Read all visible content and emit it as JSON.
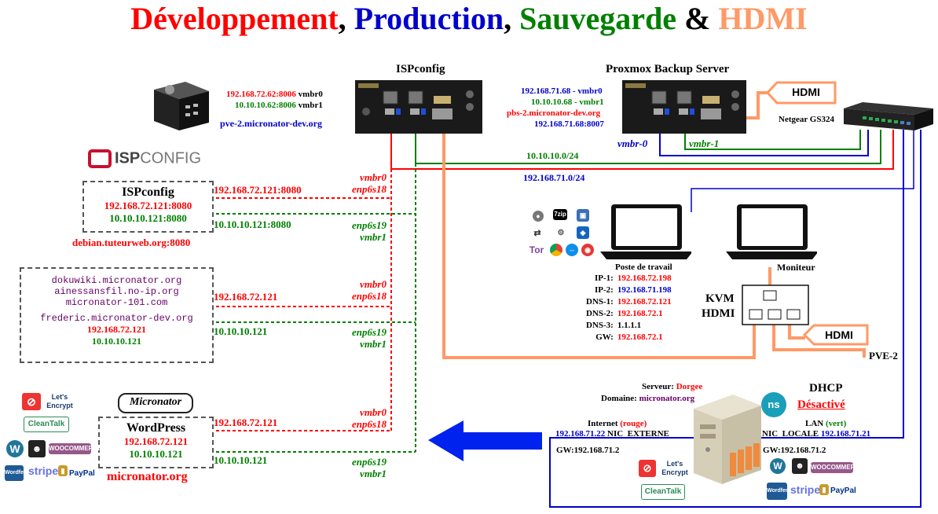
{
  "title": {
    "dev": "Développement",
    "sep1": ", ",
    "prod": "Production",
    "sep2": ", ",
    "save": "Sauvegarde",
    "amp": " & ",
    "hdmi": "HDMI"
  },
  "server_pve2": {
    "ip_vmbr0": "192.168.72.62:8006",
    "if_vmbr0": "vmbr0",
    "ip_vmbr1": "10.10.10.62:8006",
    "if_vmbr1": "vmbr1",
    "hostname": "pve-2.micronator-dev.org"
  },
  "ispconfig_header": "ISPconfig",
  "ispconfig_logo": {
    "isp": "ISP",
    "config": "CONFIG"
  },
  "pbs": {
    "header": "Proxmox Backup Server",
    "ip_vmbr0": "192.168.71.68 - vmbr0",
    "ip_vmbr1": "10.10.10.68 - vmbr1",
    "hostname": "pbs-2.micronator-dev.org",
    "web": "192.168.71.68:8007",
    "vmbr0_label": "vmbr-0",
    "vmbr1_label": "vmbr-1"
  },
  "hdmi_top": "HDMI",
  "switch_label": "Netgear GS324",
  "networks": {
    "green_net": "10.10.10.0/24",
    "blue_net": "192.168.71.0/24"
  },
  "ispconfig_box": {
    "title": "ISPconfig",
    "ip1": "192.168.72.121:8080",
    "ip2": "10.10.10.121:8080",
    "domain": "debian.tuteurweb.org:8080"
  },
  "link1": {
    "red_ip": "192.168.72.121:8080",
    "green_ip": "10.10.10.121:8080",
    "if_a": "vmbr0",
    "if_b": "enp6s18",
    "if_c": "enp6s19",
    "if_d": "vmbr1"
  },
  "doku_box": {
    "lines": [
      "dokuwiki.micronator.org",
      "ainessansfil.no-ip.org",
      "micronator-101.com"
    ],
    "domain": "frederic.micronator-dev.org",
    "ip1": "192.168.72.121",
    "ip2": "10.10.10.121"
  },
  "link2": {
    "red_ip": "192.168.72.121",
    "green_ip": "10.10.10.121",
    "if_a": "vmbr0",
    "if_b": "enp6s18",
    "if_c": "enp6s19",
    "if_d": "vmbr1"
  },
  "wordpress_box": {
    "brand": "Micronator",
    "title": "WordPress",
    "ip1": "192.168.72.121",
    "ip2": "10.10.10.121",
    "domain": "micronator.org"
  },
  "link3": {
    "red_ip": "192.168.72.121",
    "green_ip": "10.10.10.121",
    "if_a": "vmbr0",
    "if_b": "enp6s18",
    "if_c": "enp6s19",
    "if_d": "vmbr1"
  },
  "workstation": {
    "title": "Poste de travail",
    "rows": [
      {
        "k": "IP-1:",
        "v": "192.168.72.198"
      },
      {
        "k": "IP-2:",
        "v": "192.168.71.198"
      },
      {
        "k": "DNS-1:",
        "v": "192.168.72.121"
      },
      {
        "k": "DNS-2:",
        "v": "192.168.72.1"
      },
      {
        "k": "DNS-3:",
        "v": "1.1.1.1"
      },
      {
        "k": "GW:",
        "v": "192.168.72.1"
      }
    ]
  },
  "monitor_label": "Moniteur",
  "kvm": {
    "line1": "KVM",
    "line2": "HDMI"
  },
  "hdmi_mid": "HDMI",
  "pve2_label": "PVE-2",
  "router": {
    "server_k": "Serveur:",
    "server_v": "Dorgee",
    "domain_k": "Domaine:",
    "domain_v": "micronator.org",
    "internet": "Internet",
    "internet_note": "(rouge)",
    "wan_ip": "192.168.71.22",
    "wan_nic": "NIC  EXTERNE",
    "wan_gw": "GW:192.168.71.2",
    "lan": "LAN",
    "lan_note": "(vert)",
    "lan_nic": "NIC  LOCALE",
    "lan_ip": "192.168.71.21",
    "lan_gw": "GW:192.168.71.2"
  },
  "dhcp": {
    "title": "DHCP",
    "status": "Désactivé"
  },
  "logos": {
    "letsencrypt": "Let's Encrypt",
    "cleantalk": "CleanTalk",
    "woocommerce": "WOOCOMMERCE",
    "stripe": "stripe",
    "paypal": "PayPal",
    "wordfence": "Wordfence",
    "tor": "Tor",
    "zip": "7zip"
  },
  "colors": {
    "red": "#ff0000",
    "blue": "#0000cc",
    "green": "#008000",
    "orange": "#ff9966",
    "purple": "#660066"
  }
}
